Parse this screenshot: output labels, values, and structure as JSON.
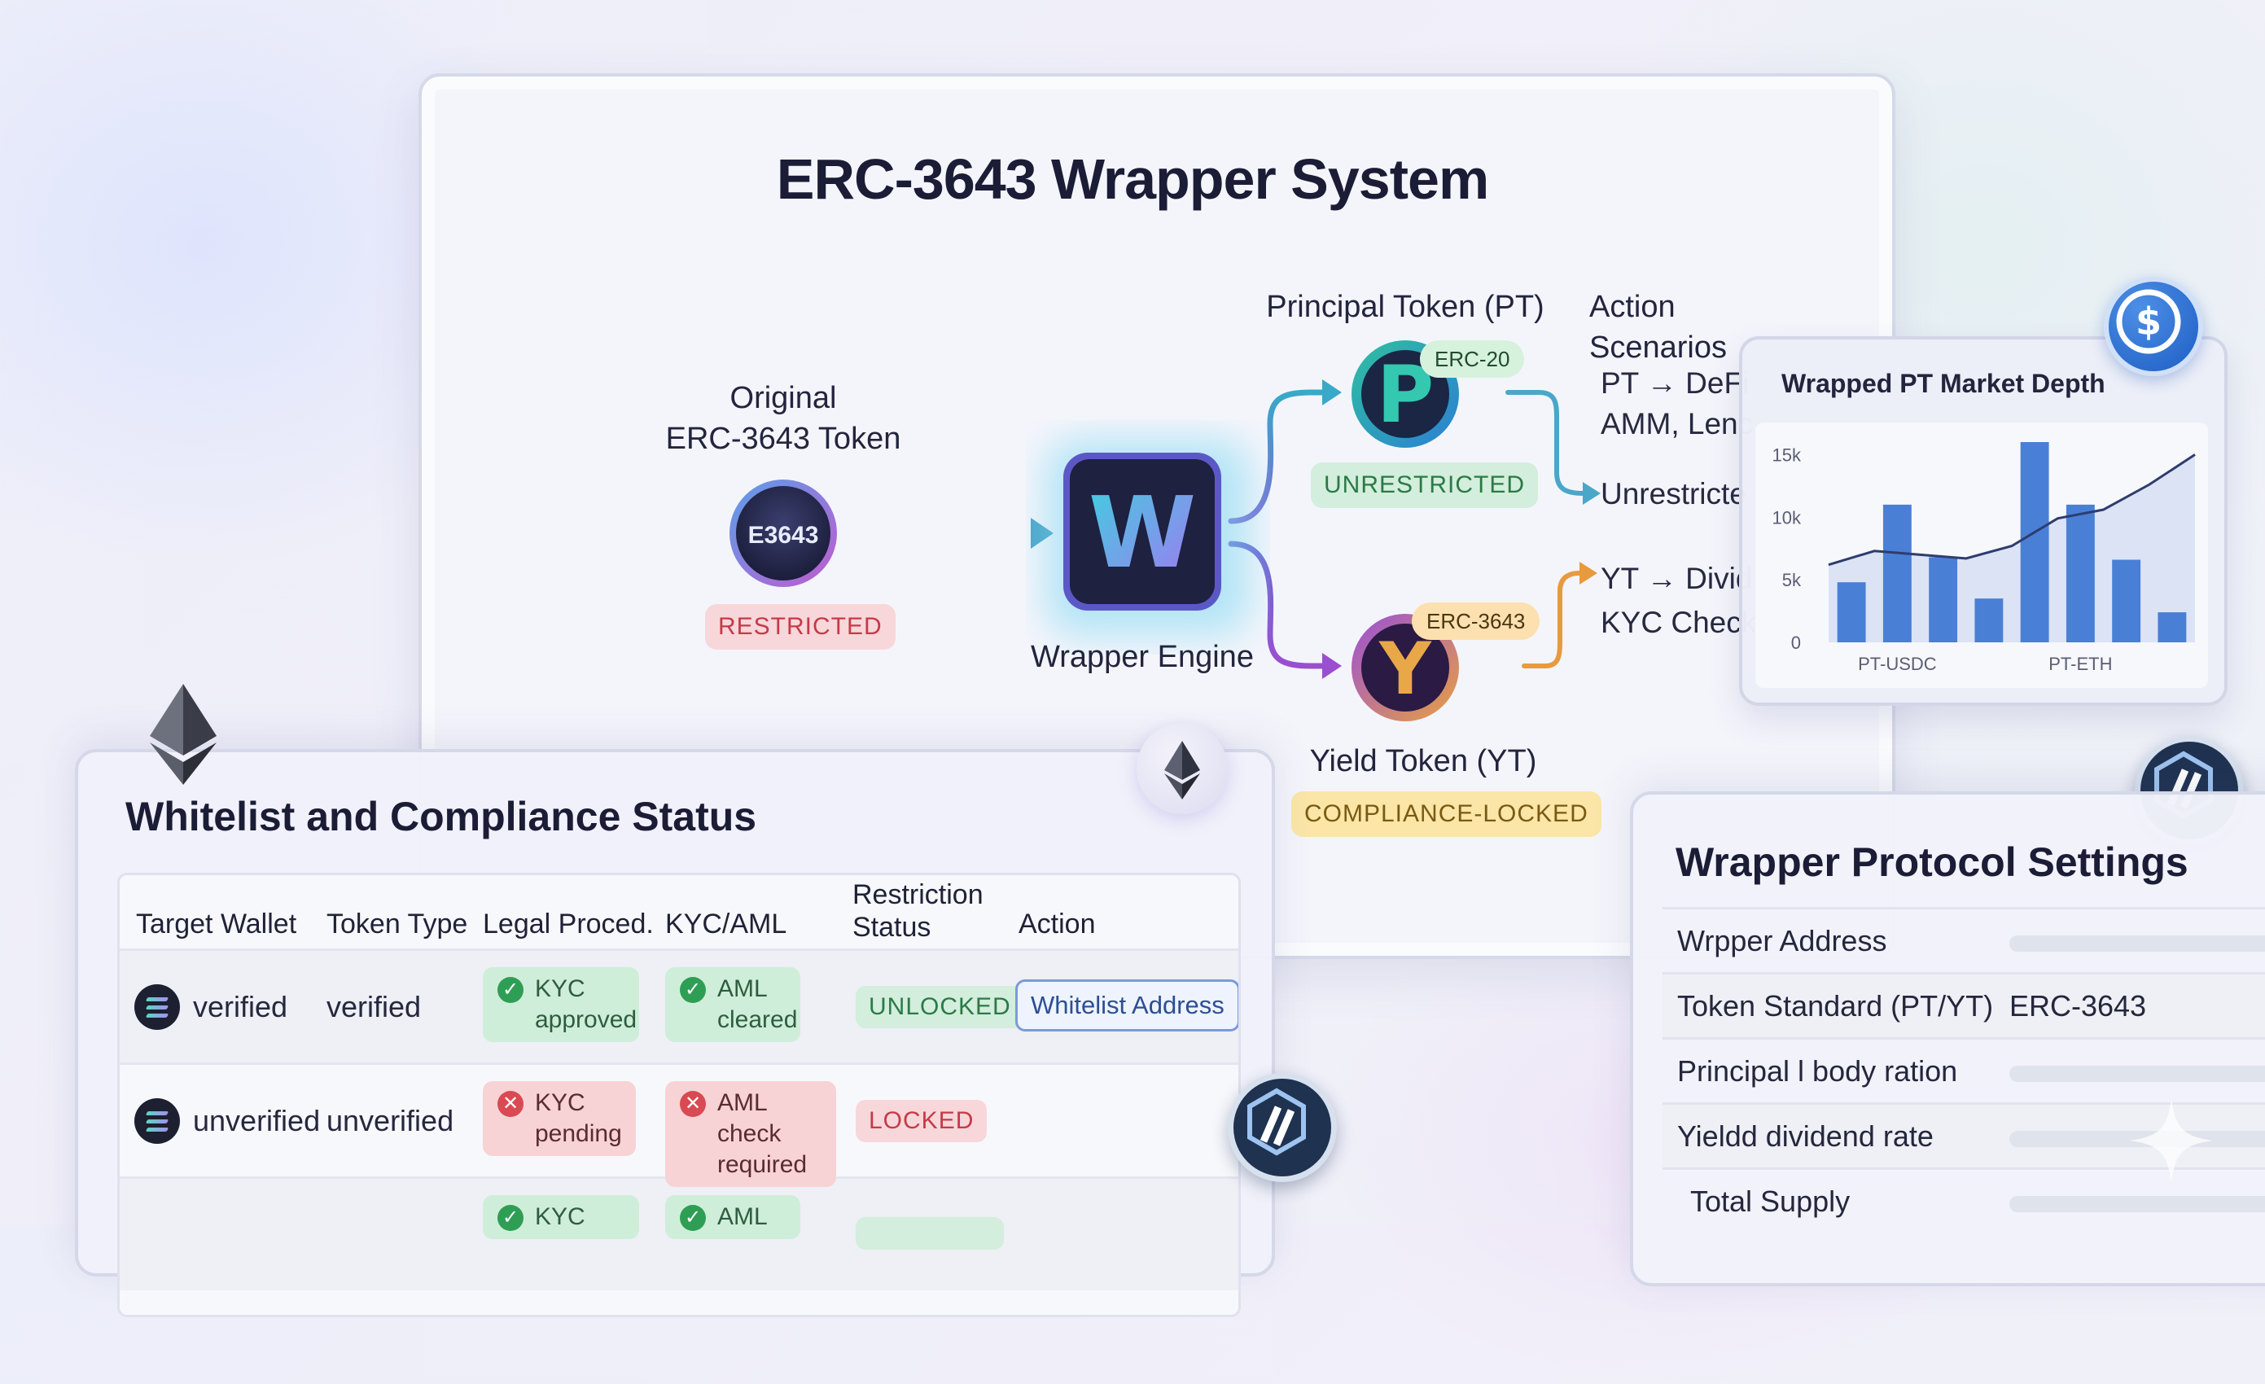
{
  "diagram": {
    "title": "ERC-3643 Wrapper System",
    "original": {
      "label_line1": "Original",
      "label_line2": "ERC-3643 Token",
      "token_symbol": "E3643",
      "status": "RESTRICTED"
    },
    "engine": {
      "label": "Wrapper Engine",
      "symbol": "W"
    },
    "principal": {
      "label": "Principal Token (PT)",
      "symbol": "P",
      "standard": "ERC-20",
      "status": "UNRESTRICTED"
    },
    "yield": {
      "label": "Yield Token (YT)",
      "symbol": "Y",
      "standard": "ERC-3643",
      "status": "COMPLIANCE-LOCKED"
    },
    "scenarios": {
      "title": "Action Scenarios",
      "pt_line1": "PT → DeFi",
      "pt_line2": "AMM, Lenc",
      "pt_line3": "Unrestricte",
      "yt_line1": "YT → Divid",
      "yt_line2": "KYC Check"
    }
  },
  "market_depth": {
    "title": "Wrapped PT Market Depth",
    "coin_icon": "dollar-coin-icon"
  },
  "chart_data": {
    "type": "bar",
    "title": "Wrapped PT Market Depth",
    "y_ticks": [
      "15k",
      "10k",
      "5k",
      "0"
    ],
    "ylim": [
      0,
      16000
    ],
    "x_tick_labels": [
      "PT-USDC",
      "PT-ETH"
    ],
    "values": [
      4800,
      11000,
      6800,
      3500,
      16000,
      11000,
      6600,
      2400
    ],
    "line_values": [
      6200,
      7300,
      7000,
      6700,
      7700,
      9900,
      10600,
      12600,
      15000
    ],
    "bar_color": "#4a7fd6",
    "line_color": "#2e3d6e"
  },
  "whitelist": {
    "title": "Whitelist and Compliance Status",
    "columns": [
      "Target Wallet",
      "Token Type",
      "Legal Proced.",
      "KYC/AML",
      "Restriction",
      "Status",
      "Action"
    ],
    "rows": [
      {
        "wallet": "verified",
        "token_type": "verified",
        "kyc_line1": "KYC",
        "kyc_line2": "approved",
        "aml_line1": "AML",
        "aml_line2": "cleared",
        "status": "UNLOCKED",
        "action": "Whitelist Address"
      },
      {
        "wallet": "unverified",
        "token_type": "unverified",
        "kyc_line1": "KYC",
        "kyc_line2": "pending",
        "aml_line1": "AML check",
        "aml_line2": "required",
        "status": "LOCKED"
      },
      {
        "kyc_line1": "KYC",
        "aml_line1": "AML"
      }
    ]
  },
  "settings": {
    "title": "Wrapper Protocol Settings",
    "rows": [
      {
        "label": "Wrpp​er Address"
      },
      {
        "label": "Token Standard (PT/YT)",
        "value": "ERC-3643"
      },
      {
        "label": "Principal l body ration"
      },
      {
        "label": "Yieldd dividend rate"
      },
      {
        "label": "Total Supply"
      }
    ]
  },
  "colors": {
    "accent": "#4a7fd6",
    "restricted": "#c63a48",
    "unrestricted": "#2b7a47",
    "locked": "#7a5a12"
  }
}
